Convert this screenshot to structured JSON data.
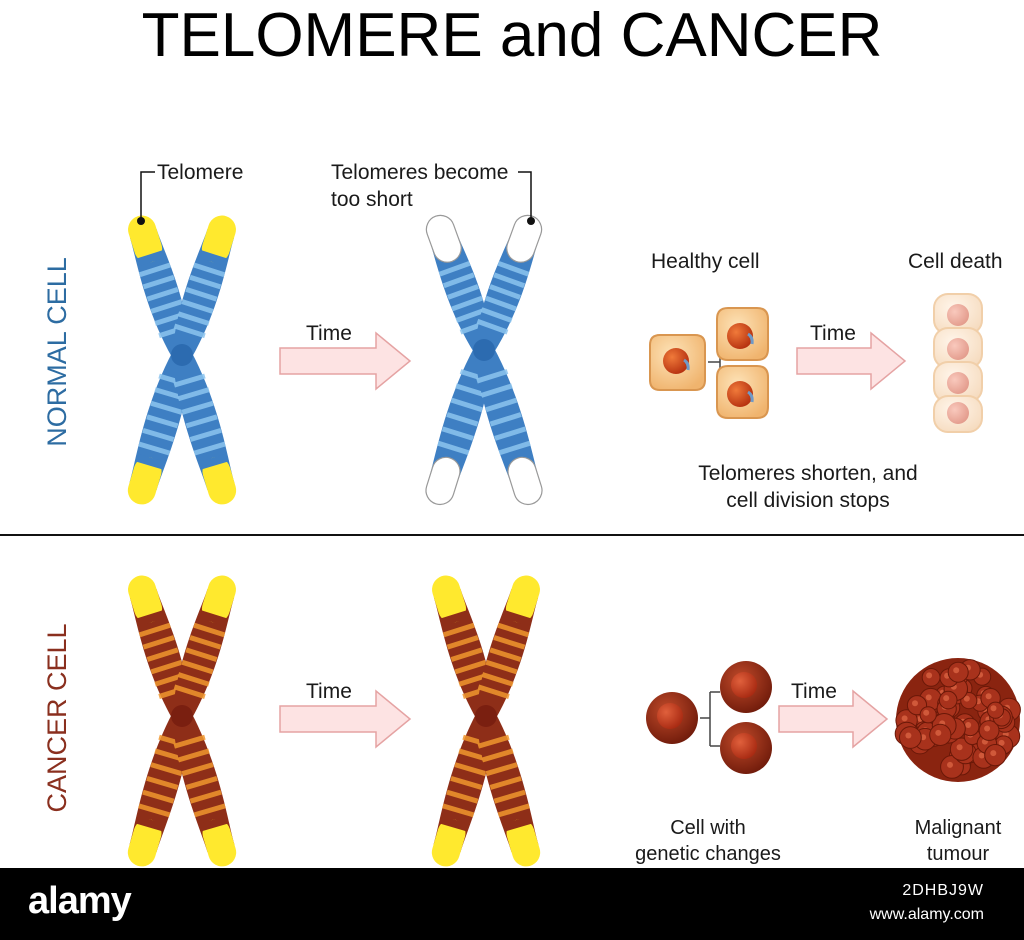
{
  "title": "TELOMERE and CANCER",
  "normal": {
    "side_label": "NORMAL CELL",
    "side_color": "#2d6ca2",
    "telomere_label": "Telomere",
    "short_label_line1": "Telomeres become",
    "short_label_line2": "too short",
    "time_label_1": "Time",
    "time_label_2": "Time",
    "healthy_cell_label": "Healthy cell",
    "cell_death_label": "Cell death",
    "caption_line1": "Telomeres shorten, and",
    "caption_line2": "cell division stops",
    "chromatid_color": "#3e7fc3",
    "band_color": "#8cc4ee",
    "centromere_color": "#2c6bb0"
  },
  "cancer": {
    "side_label": "CANCER CELL",
    "side_color": "#8a2f1e",
    "time_label_1": "Time",
    "time_label_2": "Time",
    "cell_label_line1": "Cell with",
    "cell_label_line2": "genetic changes",
    "tumour_label_line1": "Malignant",
    "tumour_label_line2": "tumour",
    "chromatid_color": "#8e2e18",
    "band_color": "#f0972e",
    "centromere_color": "#7a1f10"
  },
  "colors": {
    "telomere": "#ffe92e",
    "arrow_fill": "#fde3e3",
    "arrow_stroke": "#e5a3a3",
    "healthy_cell": "#f7c98c",
    "nucleus": "#d9461c",
    "cancer_cell": "#9c2a14",
    "tumour": "#a8321c"
  },
  "footer": {
    "brand": "alamy",
    "image_id": "2DHBJ9W",
    "site": "www.alamy.com"
  }
}
